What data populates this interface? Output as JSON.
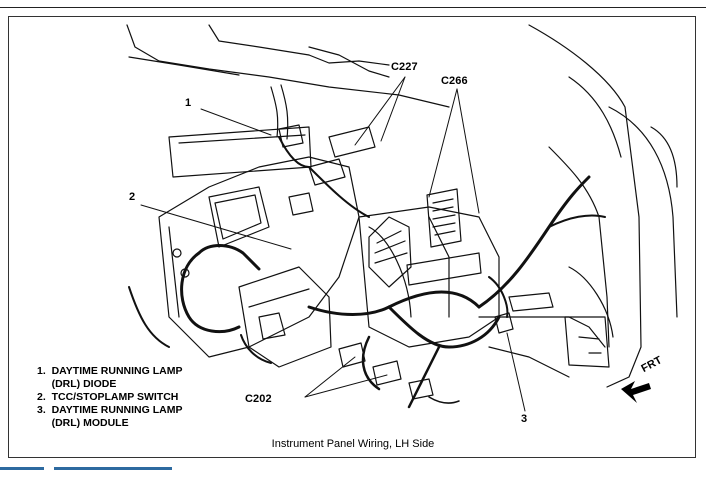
{
  "diagram": {
    "caption": "Instrument Panel Wiring, LH Side",
    "callouts": {
      "c1": "1",
      "c2": "2",
      "c3": "3",
      "c227": "C227",
      "c266": "C266",
      "c202": "C202",
      "frt": "FRT"
    },
    "legend": [
      "1.  DAYTIME RUNNING LAMP",
      "     (DRL) DIODE",
      "2.  TCC/STOPLAMP SWITCH",
      "3.  DAYTIME RUNNING LAMP",
      "     (DRL) MODULE"
    ]
  }
}
